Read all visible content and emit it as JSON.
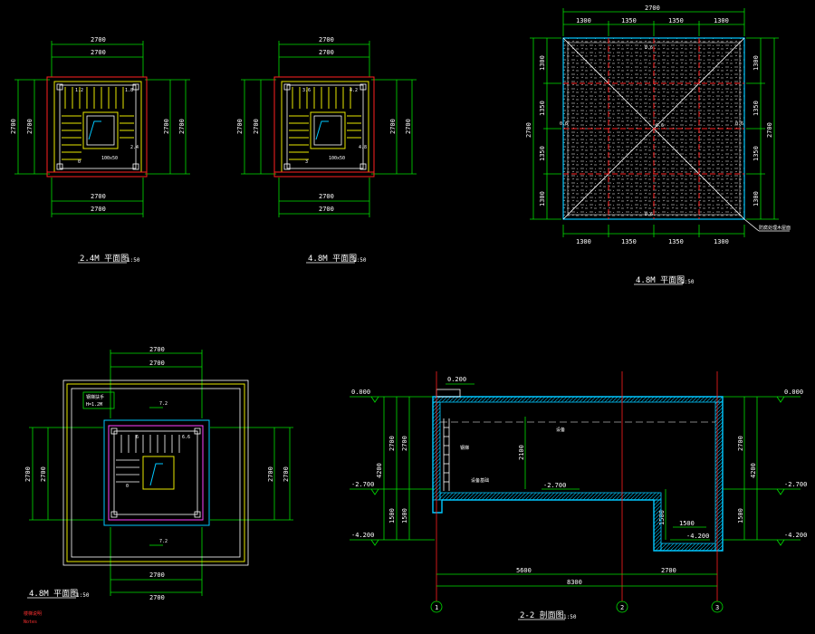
{
  "plan1": {
    "title": "2.4M 平面图",
    "scale": "1:50",
    "dim_top": [
      "2700",
      "2700"
    ],
    "dim_bottom": [
      "2700",
      "2700"
    ],
    "dim_left": [
      "2700",
      "2700"
    ],
    "dim_right": [
      "2700",
      "2700"
    ],
    "labels": [
      "1.2",
      "1.8",
      "2.4",
      "0",
      "100x50"
    ]
  },
  "plan2": {
    "title": "4.8M 平面图",
    "scale": "1:50",
    "dim_top": [
      "2700",
      "2700"
    ],
    "dim_bottom": [
      "2700",
      "2700"
    ],
    "dim_left": [
      "2700",
      "2700"
    ],
    "dim_right": [
      "2700",
      "2700"
    ],
    "labels": [
      "3.6",
      "4.2",
      "4.8",
      "3",
      "100x50"
    ]
  },
  "roof": {
    "title": "4.8M 平面图",
    "scale": "1:50",
    "dim_top_total": "2700",
    "dim_top": [
      "1300",
      "1350",
      "1350",
      "1300"
    ],
    "dim_bottom": [
      "1300",
      "1350",
      "1350",
      "1300"
    ],
    "dim_left_total": "2700",
    "dim_left": [
      "1300",
      "1350",
      "1350",
      "1300"
    ],
    "dim_right_total": "2700",
    "dim_right": [
      "1300",
      "1350",
      "1350",
      "1300"
    ],
    "slope": "0.6",
    "note": "防腐处理木屋面"
  },
  "plan3": {
    "title": "4.8M 平面图",
    "scale": "1:50",
    "dim_top": [
      "2700",
      "2700"
    ],
    "dim_bottom": [
      "2700",
      "2700"
    ],
    "dim_left": [
      "2700",
      "2700"
    ],
    "dim_right": [
      "2700",
      "2700"
    ],
    "note_line1": "钢梯扶手",
    "note_line2": "H=1.2M",
    "labels": [
      "7.2",
      "6",
      "6.6",
      "0",
      "7.2"
    ],
    "red_line1": "楼梯说明",
    "red_line2": "Notes"
  },
  "section": {
    "title": "2-2 剖面图",
    "scale": "1:50",
    "elev_top": "0.000",
    "elev_top_right": "0.000",
    "elev_mid": "-2.700",
    "elev_mid_right": "-2.700",
    "elev_mid_inner": "-2.700",
    "elev_bottom": "-4.200",
    "elev_bottom_right": "-4.200",
    "elev_bottom_inner": "-4.200",
    "elev_cover": "0.200",
    "dims_left_outer": "4200",
    "dims_left": [
      "2700",
      "1500"
    ],
    "dims_left_inner": [
      "2700",
      "1500"
    ],
    "dims_right_outer": "4200",
    "dims_right": [
      "2700",
      "1500"
    ],
    "dim_inner_height": "2100",
    "dim_inner_step": "1500",
    "dim_step_width": "1500",
    "dims_bottom": [
      "5600",
      "2700"
    ],
    "dim_bottom_total": "8300",
    "axes": [
      "1",
      "2",
      "3"
    ],
    "labels": [
      "钢梯",
      "设备",
      "设备基础"
    ]
  }
}
